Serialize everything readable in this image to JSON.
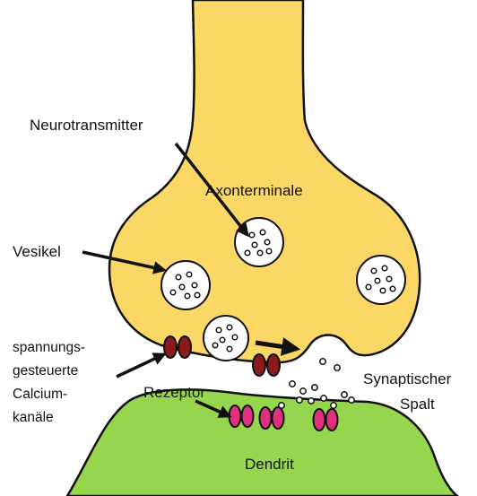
{
  "labels": {
    "neurotransmitter": "Neurotransmitter",
    "axonterminale": "Axonterminale",
    "vesikel": "Vesikel",
    "calcium_line1": "spannungs-",
    "calcium_line2": "gesteuerte",
    "calcium_line3": "Calcium-",
    "calcium_line4": "kanäle",
    "rezeptor": "Rezeptor",
    "spalt_line1": "Synaptischer",
    "spalt_line2": "Spalt",
    "dendrit": "Dendrit"
  },
  "colors": {
    "axon_fill": "#fbd765",
    "dendrite_fill": "#96d54e",
    "outline": "#111111",
    "vesicle_fill": "#ffffff",
    "calcium_channel": "#8b1a1a",
    "receptor": "#e0317e",
    "arrow": "#111111",
    "background": "#ffffff"
  }
}
